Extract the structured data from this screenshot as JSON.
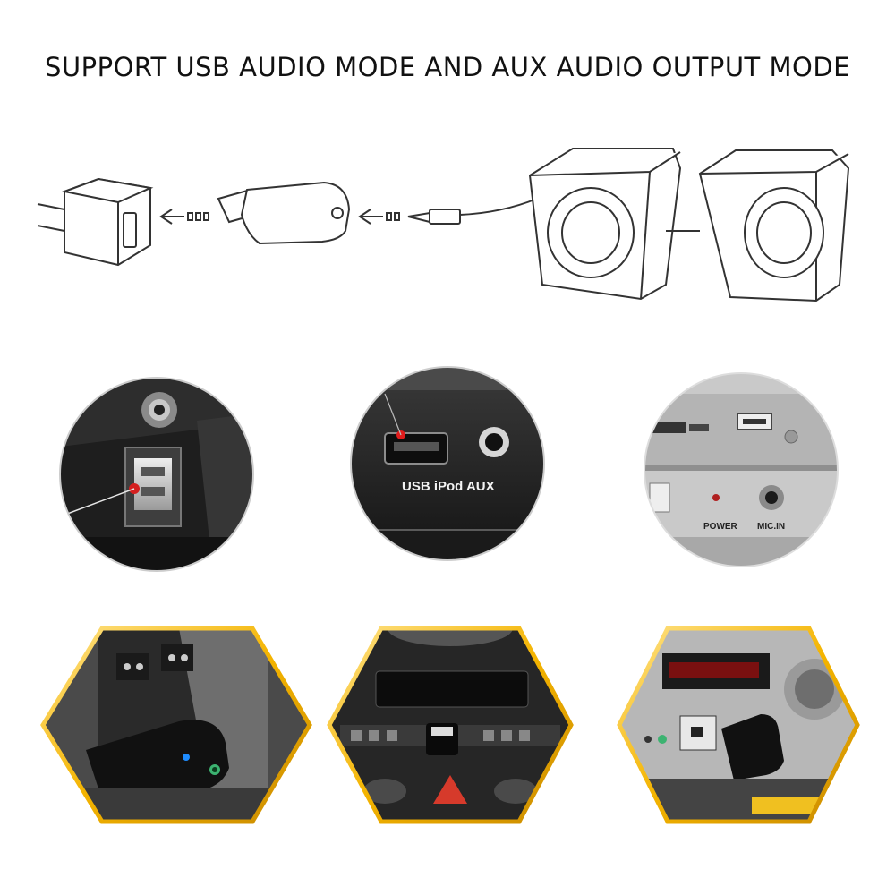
{
  "header": {
    "title": "SUPPORT USB AUDIO MODE AND AUX AUDIO OUTPUT MODE"
  },
  "panel_labels": {
    "head_unit": "USB iPod AUX",
    "power": "POWER",
    "mic_in": "MIC.IN"
  },
  "icons": [
    "wall-adapter-icon",
    "usb-receiver-icon",
    "aux-plug-icon",
    "speaker-icon",
    "arrow-left-icon"
  ]
}
